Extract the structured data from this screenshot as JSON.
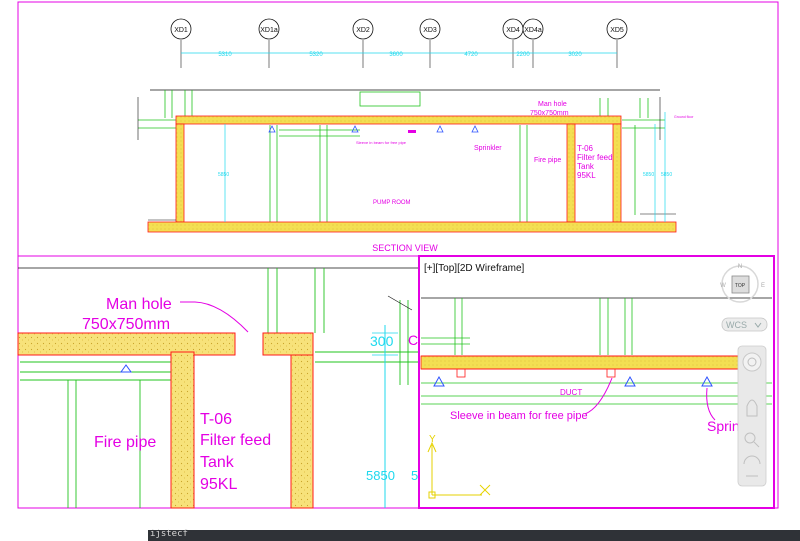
{
  "colors": {
    "magenta": "#e400e4",
    "red": "#ff1a1a",
    "green": "#22c41e",
    "cyan": "#1fd9ee",
    "yellow": "#f3df52",
    "blue": "#2d53ff",
    "black": "#000000"
  },
  "section_view": {
    "grid_bubbles": [
      "XD1",
      "XD1a",
      "XD2",
      "XD3",
      "XD4",
      "XD4a",
      "XD5"
    ],
    "dimensions": [
      "5310",
      "5320",
      "3600",
      "4720",
      "2200",
      "3020"
    ],
    "manhole_label_1": "Man hole",
    "manhole_label_2": "750x750mm",
    "tank_label_1": "T-06",
    "tank_label_2": "Filter feed",
    "tank_label_3": "Tank",
    "tank_label_4": "95KL",
    "fire_pipe_label": "Fire pipe",
    "sprinkler_label": "Sprinkler",
    "sleeve_label": "Sleeve in beam for free pipe",
    "pump_room_label": "PUMP ROOM",
    "height_dim_1": "5850",
    "height_dim_2": "5850",
    "height_dim_3": "5850",
    "ground_floor_label": "Ground floor",
    "title": "SECTION VIEW"
  },
  "detail_view": {
    "manhole_label_1": "Man hole",
    "manhole_label_2": "750x750mm",
    "dim_300": "300",
    "tank_label_1": "T-06",
    "tank_label_2": "Filter feed",
    "tank_label_3": "Tank",
    "tank_label_4": "95KL",
    "fire_pipe_label": "Fire pipe",
    "height_dim": "5850",
    "height_dim_cut": "5"
  },
  "viewport": {
    "header": "[+][Top][2D Wireframe]",
    "duct_label": "DUCT",
    "sleeve_label": "Sleeve in beam for free pipe",
    "sprinkler_label": "Sprinkler",
    "ucs_y": "Y",
    "viewcube": {
      "top_label": "TOP",
      "north": "N",
      "west": "W",
      "east": "E"
    },
    "wcs_label": "WCS"
  },
  "statusbar": {
    "text": "ijstecf"
  }
}
